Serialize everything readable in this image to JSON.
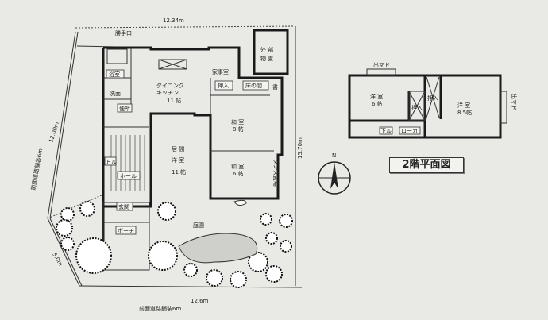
{
  "floor1": {
    "dim_top": "12.34m",
    "dim_right": "15.70m",
    "dim_left": "12.00m",
    "dim_left_bottom": "5.0m",
    "dim_bottom": "12.6m",
    "road_left": "前面道路舗装6m",
    "road_bottom": "前面道路舗装6m",
    "rooms": {
      "back_door": "勝手口",
      "bath": "浴室",
      "washroom": "洗面",
      "toilet": "便所",
      "dining_line1": "ダイニング",
      "dining_line2": "キッチン",
      "dining_size": "11 帖",
      "utility": "家事室",
      "storage_line1": "外 部",
      "storage_line2": "物 置",
      "closet": "押入",
      "tokonoma": "床の間",
      "shoin": "書",
      "washitsu8_name": "和 室",
      "washitsu8_size": "8 帖",
      "living_line1": "居 間",
      "living_line2": "洋 室",
      "living_size": "11 帖",
      "washitsu6_name": "和 室",
      "washitsu6_size": "6 帖",
      "wardrobe": "タンス置場",
      "small_room": "トル",
      "hall": "ホール",
      "entrance": "玄関",
      "porch": "ポーチ",
      "garden": "庭園"
    }
  },
  "floor2": {
    "bay_window_top": "出マド",
    "bay_window_right": "出マド",
    "room1_name": "洋 室",
    "room1_size": "6 帖",
    "closet1": "押入",
    "closet2": "押入",
    "room2_name": "洋 室",
    "room2_size": "8.5帖",
    "downstairs": "下ル",
    "corridor": "ローカ",
    "title": "2階平面図"
  },
  "compass": {
    "north": "N"
  }
}
